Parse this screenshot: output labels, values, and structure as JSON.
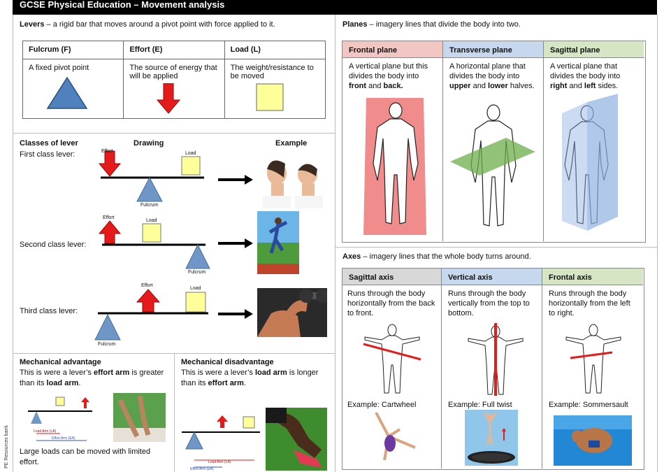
{
  "title": "GCSE Physical Education – Movement analysis",
  "side_credit": "PE Resources bank",
  "levers": {
    "heading_bold": "Levers",
    "heading_rest": " – a rigid bar that moves around a pivot point with force applied to it.",
    "columns": [
      {
        "header": "Fulcrum (F)",
        "desc": "A fixed pivot point"
      },
      {
        "header": "Effort (E)",
        "desc": "The source of energy that will be applied"
      },
      {
        "header": "Load (L)",
        "desc": "The weight/resistance to be moved"
      }
    ]
  },
  "classes": {
    "heading": "Classes of lever",
    "drawing": "Drawing",
    "example": "Example",
    "first": "First class lever:",
    "second": "Second class lever:",
    "third": "Third class lever:",
    "effort": "Effort",
    "load": "Load",
    "fulcrum": "Fulcrum"
  },
  "mech_adv": {
    "heading": "Mechanical advantage",
    "line1a": "This is were a lever’s ",
    "line1b": "effort arm",
    "line1c": " is greater than its ",
    "line1d": "load arm",
    "line1e": ".",
    "footer": "Large loads can be moved with limited effort.",
    "load_arm": "Load Arm (LA)",
    "effort_arm": "Effort Arm (EA)"
  },
  "mech_dis": {
    "heading": "Mechanical disadvantage",
    "line1a": "This is were a lever’s ",
    "line1b": "load arm",
    "line1c": " is longer than its ",
    "line1d": "effort arm",
    "line1e": ".",
    "load_arm": "Load Arm (LA)",
    "effort_arm": "Effort Arm (EA)"
  },
  "planes": {
    "heading_bold": "Planes",
    "heading_rest": " – imagery lines that divide the body into two.",
    "columns": [
      {
        "header": "Frontal plane",
        "t1": "A vertical plane but this divides the body into ",
        "b1": "front",
        "t2": " and ",
        "b2": "back.",
        "t3": ""
      },
      {
        "header": "Transverse plane",
        "t1": "A horizontal plane that divides the body into ",
        "b1": "upper",
        "t2": " and ",
        "b2": "lower",
        "t3": " halves."
      },
      {
        "header": "Sagittal plane",
        "t1": "A vertical plane that divides the body into ",
        "b1": "right",
        "t2": " and ",
        "b2": "left",
        "t3": " sides."
      }
    ]
  },
  "axes": {
    "heading_bold": "Axes",
    "heading_rest": " – imagery lines that the whole body turns around.",
    "columns": [
      {
        "header": "Sagittal axis",
        "desc": "Runs through the body horizontally from the back to front.",
        "example": "Example: Cartwheel"
      },
      {
        "header": "Vertical axis",
        "desc": "Runs through the body vertically from the top to bottom.",
        "example": "Example: Full twist"
      },
      {
        "header": "Frontal axis",
        "desc": "Runs through the body horizontally from the left to right.",
        "example": "Example: Sommersault"
      }
    ]
  },
  "colors": {
    "fulcrum_blue": "#4f81bd",
    "effort_red": "#e31b1b",
    "load_yellow": "#ffff99",
    "frontal_red": "#f08080",
    "transverse_green": "#8cc06a",
    "sagittal_blue": "#8fb0e0"
  }
}
